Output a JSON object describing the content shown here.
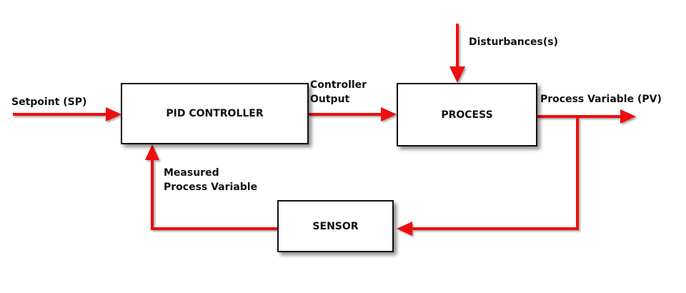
{
  "blocks": {
    "pid_controller": "PID CONTROLLER",
    "process": "PROCESS",
    "sensor": "SENSOR"
  },
  "labels": {
    "setpoint": "Setpoint (SP)",
    "controller_output_line1": "Controller",
    "controller_output_line2": "Output",
    "disturbances": "Disturbances(s)",
    "process_variable": "Process Variable (PV)",
    "measured_line1": "Measured",
    "measured_line2": "Process Variable"
  },
  "colors": {
    "signal": "#ee1111",
    "block_border": "#111111",
    "text": "#111111"
  }
}
